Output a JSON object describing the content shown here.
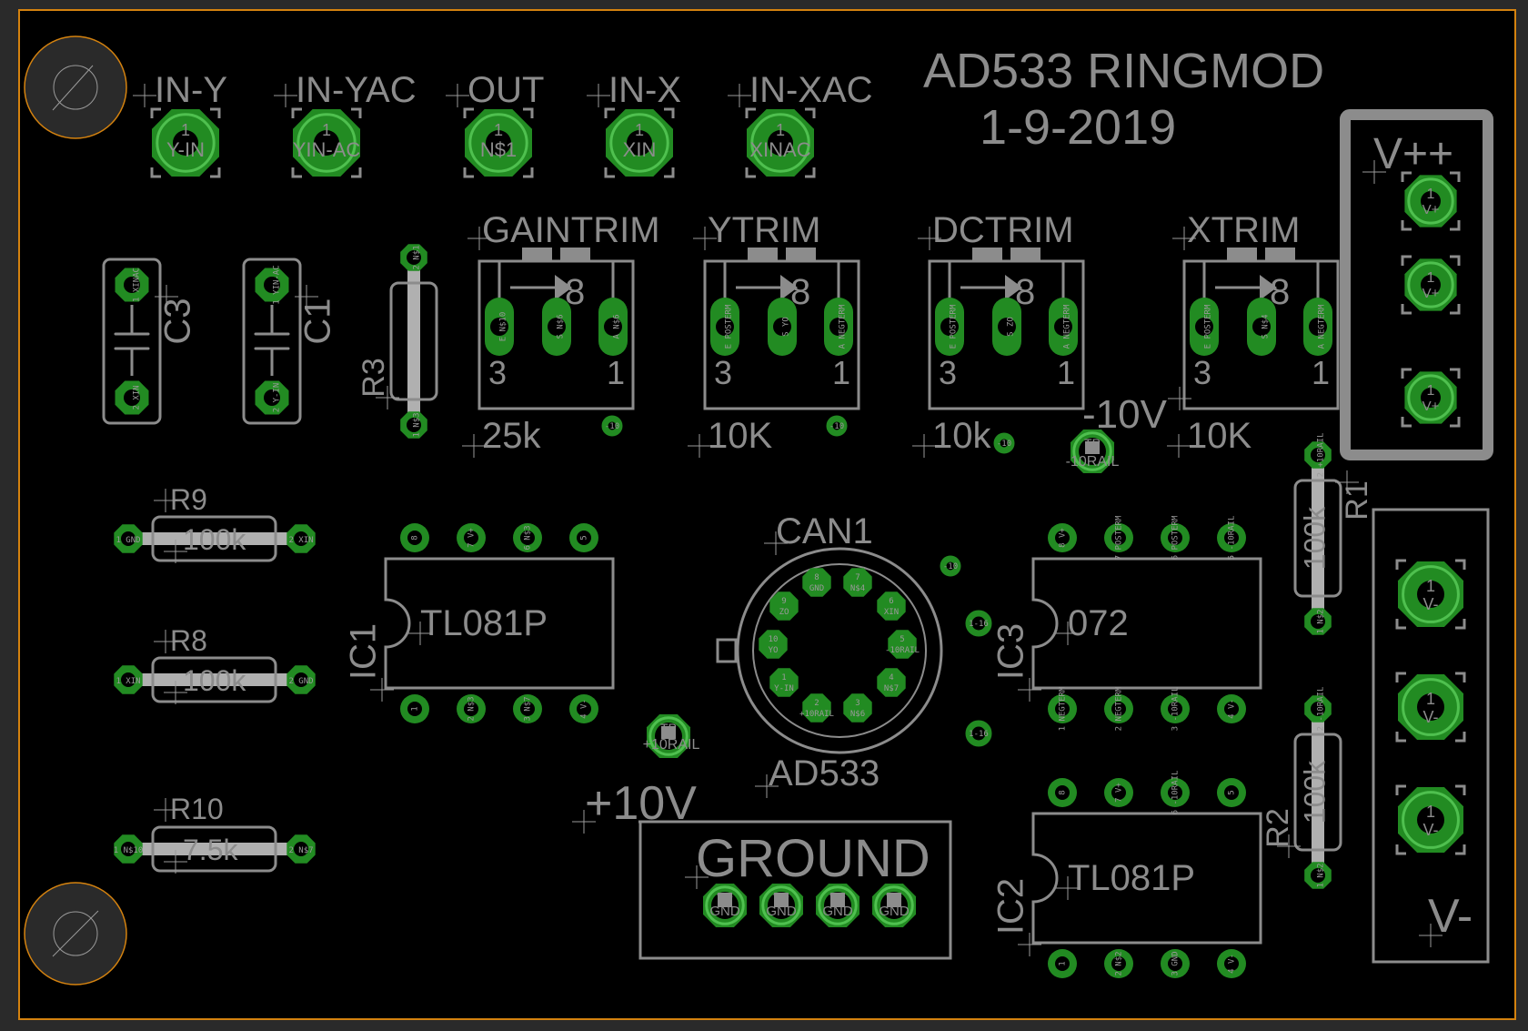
{
  "board": {
    "title": "AD533 RINGMOD",
    "date": "1-9-2019",
    "colors": {
      "background": "#2a2a2a",
      "board": "#000000",
      "outline": "#d4820f",
      "silkscreen": "#8c8c8c",
      "pad": "#228b22",
      "pad_ring": "#4fc04f"
    }
  },
  "jacks": [
    {
      "label": "IN-Y",
      "pin": "1",
      "net": "Y-IN"
    },
    {
      "label": "IN-YAC",
      "pin": "1",
      "net": "YIN-AC"
    },
    {
      "label": "OUT",
      "pin": "1",
      "net": "N$1"
    },
    {
      "label": "IN-X",
      "pin": "1",
      "net": "XIN"
    },
    {
      "label": "IN-XAC",
      "pin": "1",
      "net": "XINAC"
    }
  ],
  "trimmers": [
    {
      "name": "GAINTRIM",
      "value": "25k",
      "pins": [
        {
          "n": "3",
          "sig": "E",
          "net": "N$10"
        },
        {
          "n": "",
          "sig": "S",
          "net": "N$6"
        },
        {
          "n": "1",
          "sig": "A",
          "net": "N$6"
        }
      ],
      "wiper": "8"
    },
    {
      "name": "YTRIM",
      "value": "10K",
      "pins": [
        {
          "n": "3",
          "sig": "E",
          "net": "POSTERM"
        },
        {
          "n": "",
          "sig": "S",
          "net": "YO"
        },
        {
          "n": "1",
          "sig": "A",
          "net": "NEGTERM"
        }
      ],
      "wiper": "8"
    },
    {
      "name": "DCTRIM",
      "value": "10k",
      "pins": [
        {
          "n": "3",
          "sig": "E",
          "net": "POSTERM"
        },
        {
          "n": "",
          "sig": "S",
          "net": "ZO"
        },
        {
          "n": "1",
          "sig": "A",
          "net": "NEGTERM"
        }
      ],
      "wiper": "8"
    },
    {
      "name": "XTRIM",
      "value": "10K",
      "pins": [
        {
          "n": "3",
          "sig": "E",
          "net": "POSTERM"
        },
        {
          "n": "",
          "sig": "S",
          "net": "N$4"
        },
        {
          "n": "1",
          "sig": "A",
          "net": "NEGTERM"
        }
      ],
      "wiper": "8"
    }
  ],
  "capacitors": [
    {
      "name": "C3",
      "pin1": "1 XINAC",
      "pin2": "2 XIN"
    },
    {
      "name": "C1",
      "pin1": "1 YIN-AC",
      "pin2": "2 Y-IN"
    }
  ],
  "resistors": [
    {
      "name": "R3",
      "value": "",
      "pin1": "2 N$1",
      "pin2": "1 N$3"
    },
    {
      "name": "R9",
      "value": "100k",
      "pin1": "1 GND",
      "pin2": "2 XIN"
    },
    {
      "name": "R8",
      "value": "100k",
      "pin1": "1 XIN",
      "pin2": "2 GND"
    },
    {
      "name": "R10",
      "value": "7.5k",
      "pin1": "1 N$10",
      "pin2": "2 N$7"
    },
    {
      "name": "R1",
      "value": "100k",
      "pin1": "2 +10RAIL",
      "pin2": "1 N$2"
    },
    {
      "name": "R2",
      "value": "100k",
      "pin1": "2 -10RAIL",
      "pin2": "1 N$2"
    }
  ],
  "ics": [
    {
      "ref": "IC1",
      "part": "TL081P",
      "top_pins": [
        "8",
        "7 V+",
        "6 N$3",
        "5"
      ],
      "bottom_pins": [
        "1",
        "2 N$3",
        "3 N$7",
        "4 V-"
      ]
    },
    {
      "ref": "IC3",
      "part": "072",
      "top_pins": [
        "8 V+",
        "7 POSTERM",
        "6 POSTERM",
        "5 -10RAIL"
      ],
      "bottom_pins": [
        "1 NEGTERM",
        "2 NEGTERM",
        "3 -10RAIL",
        "4 V-"
      ]
    },
    {
      "ref": "IC2",
      "part": "TL081P",
      "top_pins": [
        "8",
        "7 V+",
        "6 -10RAIL",
        "5"
      ],
      "bottom_pins": [
        "1",
        "2 N$2",
        "3 GND",
        "4 V-"
      ]
    }
  ],
  "can": {
    "ref": "CAN1",
    "part": "AD533",
    "pins": [
      {
        "n": "1",
        "net": "Y-IN"
      },
      {
        "n": "2",
        "net": "+10RAIL"
      },
      {
        "n": "3",
        "net": "N$6"
      },
      {
        "n": "4",
        "net": "N$7"
      },
      {
        "n": "5",
        "net": "-10RAIL"
      },
      {
        "n": "6",
        "net": "XIN"
      },
      {
        "n": "7",
        "net": "N$4"
      },
      {
        "n": "8",
        "net": "GND"
      },
      {
        "n": "9",
        "net": "ZO"
      },
      {
        "n": "10",
        "net": "YO"
      }
    ]
  },
  "testpoints": {
    "neg10": {
      "label": "-10V",
      "tp": "TP",
      "net": "-10RAIL"
    },
    "pos10": {
      "label": "+10V",
      "tp": "TP",
      "net": "+10RAIL"
    },
    "ground": {
      "label": "GROUND",
      "tp": "TP",
      "net": "GND",
      "count": 4
    }
  },
  "headers": {
    "vpos": {
      "label": "V++",
      "pin": "1",
      "net": "V+",
      "count": 3
    },
    "vneg": {
      "label": "V-",
      "pin": "1",
      "net": "V-",
      "count": 3
    }
  },
  "vias": {
    "label_a": "1-16",
    "label_b": "-10"
  }
}
